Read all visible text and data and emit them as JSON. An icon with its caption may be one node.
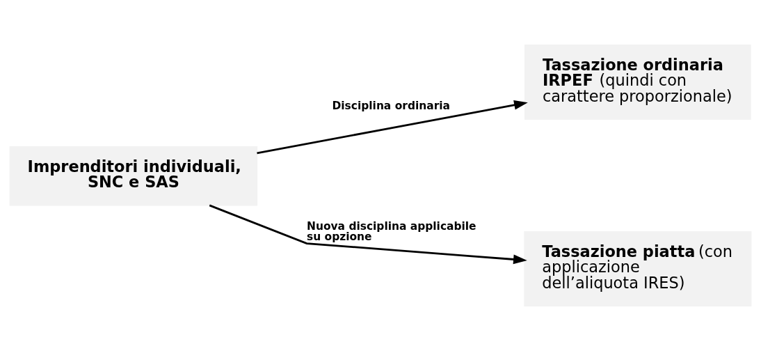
{
  "diagram": {
    "nodes": [
      {
        "text": [
          "Imprenditori individuali, SNC e SAS"
        ]
      },
      {
        "text": [
          "**Tassazione ordinaria IRPEF** (quindi con carattere proporzionale)"
        ]
      },
      {
        "text": [
          "**Tassazione piatta** (con applicazione dell’aliquota IRES)"
        ]
      }
    ],
    "edges": [
      {
        "from": 0,
        "to": 1,
        "arrow": "to",
        "label": "Disciplina ordinaria"
      },
      {
        "from": 0,
        "to": 2,
        "arrow": "to",
        "label": "Nuova disciplina applicabile su opzione"
      }
    ]
  }
}
